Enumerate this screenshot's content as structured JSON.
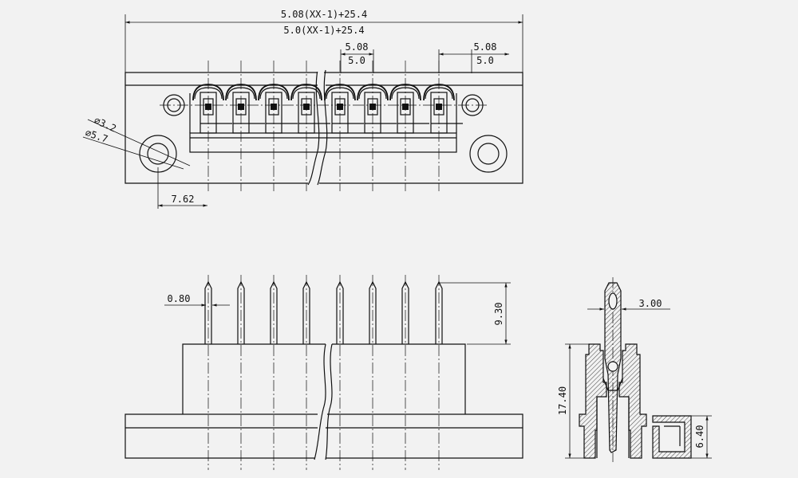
{
  "top_view": {
    "overall_dim_1": "5.08(XX-1)+25.4",
    "overall_dim_2": "5.0(XX-1)+25.4",
    "pitch_dim_1": "5.08",
    "pitch_dim_2": "5.0",
    "end_dim_1": "5.08",
    "end_dim_2": "5.0",
    "hole_dia_small": "∅3.2",
    "hole_dia_large": "∅5.7",
    "hole_offset": "7.62"
  },
  "front_view": {
    "pin_width": "0.80",
    "pin_height": "9.30"
  },
  "side_view": {
    "pin_dim": "3.00",
    "total_height": "17.40",
    "base_height": "6.40"
  }
}
